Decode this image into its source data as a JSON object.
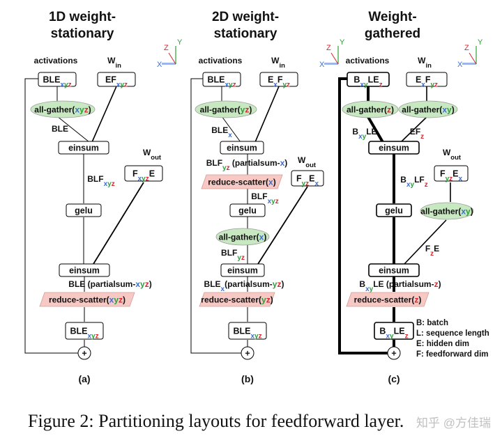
{
  "colors": {
    "x": "#3b6fd4",
    "y": "#2e9e3a",
    "z": "#d9262f",
    "gather": "#c7e8c0",
    "scatter": "#f6c9c5"
  },
  "axes": {
    "x": "X",
    "y": "Y",
    "z": "Z"
  },
  "panels": [
    {
      "id": "a",
      "title": [
        "1D weight-",
        "stationary"
      ],
      "activations": "activations",
      "win": {
        "main": "W",
        "sub": "in"
      },
      "wout": {
        "main": "W",
        "sub": "out"
      },
      "act_box": [
        {
          "t": "BLE"
        },
        {
          "t": "xyz",
          "c": "sub"
        }
      ],
      "win_box": [
        {
          "t": "EF"
        },
        {
          "t": "xyz",
          "c": "sub"
        }
      ],
      "wout_box": [
        {
          "t": "F"
        },
        {
          "t": "xyz",
          "c": "sub"
        },
        {
          "t": "E"
        }
      ],
      "gathers": [
        [
          {
            "t": "all-gather("
          },
          {
            "t": "xyz",
            "c": "xyz"
          },
          {
            "t": ")"
          }
        ]
      ],
      "einsum1": "einsum",
      "gelu": "gelu",
      "einsum2": "einsum",
      "scatter": [
        {
          "t": "reduce-scatter("
        },
        {
          "t": "xyz",
          "c": "xyz"
        },
        {
          "t": ")"
        }
      ],
      "out_box": [
        {
          "t": "BLE"
        },
        {
          "t": "xyz",
          "c": "sub"
        }
      ],
      "plus": "+",
      "labels": {
        "after_gather": [
          {
            "t": "BLE"
          }
        ],
        "after_einsum1": [
          {
            "t": "BLF"
          },
          {
            "t": "xyz",
            "c": "sub"
          }
        ],
        "after_einsum2": [
          {
            "t": "BLE "
          },
          {
            "t": "(partialsum-"
          },
          {
            "t": "xyz",
            "c": "xyz"
          },
          {
            "t": ")"
          }
        ]
      },
      "sublabel": "(a)"
    },
    {
      "id": "b",
      "title": [
        "2D weight-",
        "stationary"
      ],
      "activations": "activations",
      "win": {
        "main": "W",
        "sub": "in"
      },
      "wout": {
        "main": "W",
        "sub": "out"
      },
      "act_box": [
        {
          "t": "BLE"
        },
        {
          "t": "xyz",
          "c": "sub"
        }
      ],
      "win_box": [
        {
          "t": "E"
        },
        {
          "t": "x",
          "c": "x",
          "sub": true
        },
        {
          "t": "F"
        },
        {
          "t": "yz",
          "c": "yz",
          "sub": true
        }
      ],
      "wout_box": [
        {
          "t": "F"
        },
        {
          "t": "yz",
          "c": "yz",
          "sub": true
        },
        {
          "t": "E"
        },
        {
          "t": "x",
          "c": "x",
          "sub": true
        }
      ],
      "gathers": [
        [
          {
            "t": "all-gather("
          },
          {
            "t": "yz",
            "c": "yz"
          },
          {
            "t": ")"
          }
        ]
      ],
      "einsum1": "einsum",
      "gelu": "gelu",
      "einsum2": "einsum",
      "scatter_mid": [
        {
          "t": "reduce-scatter("
        },
        {
          "t": "x",
          "c": "x"
        },
        {
          "t": ")"
        }
      ],
      "gather_mid": [
        {
          "t": "all-gather("
        },
        {
          "t": "x",
          "c": "x"
        },
        {
          "t": ")"
        }
      ],
      "scatter": [
        {
          "t": "reduce-scatter("
        },
        {
          "t": "yz",
          "c": "yz"
        },
        {
          "t": ")"
        }
      ],
      "out_box": [
        {
          "t": "BLE"
        },
        {
          "t": "xyz",
          "c": "sub"
        }
      ],
      "plus": "+",
      "labels": {
        "after_gather": [
          {
            "t": "BLE"
          },
          {
            "t": "x",
            "c": "x",
            "sub": true
          }
        ],
        "after_einsum1": [
          {
            "t": "BLF"
          },
          {
            "t": "yz",
            "c": "yz",
            "sub": true
          },
          {
            "t": " (partialsum-"
          },
          {
            "t": "x",
            "c": "x"
          },
          {
            "t": ")"
          }
        ],
        "after_scatter_mid": [
          {
            "t": "BLF"
          },
          {
            "t": "xyz",
            "c": "sub"
          }
        ],
        "after_gather_mid": [
          {
            "t": "BLF"
          },
          {
            "t": "yz",
            "c": "yz",
            "sub": true
          }
        ],
        "after_einsum2": [
          {
            "t": "BLE"
          },
          {
            "t": "x",
            "c": "x",
            "sub": true
          },
          {
            "t": "(partialsum-"
          },
          {
            "t": "yz",
            "c": "yz"
          },
          {
            "t": ")"
          }
        ]
      },
      "sublabel": "(b)"
    },
    {
      "id": "c",
      "title": [
        "Weight-",
        "gathered"
      ],
      "activations": "activations",
      "win": {
        "main": "W",
        "sub": "in"
      },
      "wout": {
        "main": "W",
        "sub": "out"
      },
      "act_box": [
        {
          "t": "B"
        },
        {
          "t": "xy",
          "c": "xy",
          "sub": true
        },
        {
          "t": "LE"
        },
        {
          "t": "z",
          "c": "z",
          "sub": true
        }
      ],
      "win_box": [
        {
          "t": "E"
        },
        {
          "t": "x",
          "c": "x",
          "sub": true
        },
        {
          "t": "F"
        },
        {
          "t": "yz",
          "c": "yz",
          "sub": true
        }
      ],
      "wout_box": [
        {
          "t": "F"
        },
        {
          "t": "yz",
          "c": "yz",
          "sub": true
        },
        {
          "t": "E"
        },
        {
          "t": "x",
          "c": "x",
          "sub": true
        }
      ],
      "gather_left": [
        {
          "t": "all-gather("
        },
        {
          "t": "z",
          "c": "z"
        },
        {
          "t": ")"
        }
      ],
      "gather_right": [
        {
          "t": "all-gather("
        },
        {
          "t": "xy",
          "c": "xy"
        },
        {
          "t": ")"
        }
      ],
      "gather_wout": [
        {
          "t": "all-gather("
        },
        {
          "t": "xy",
          "c": "xy"
        },
        {
          "t": ")"
        }
      ],
      "einsum1": "einsum",
      "gelu": "gelu",
      "einsum2": "einsum",
      "scatter": [
        {
          "t": "reduce-scatter("
        },
        {
          "t": "z",
          "c": "z"
        },
        {
          "t": ")"
        }
      ],
      "out_box": [
        {
          "t": "B"
        },
        {
          "t": "xy",
          "c": "xy",
          "sub": true
        },
        {
          "t": "LE"
        },
        {
          "t": "z",
          "c": "z",
          "sub": true
        }
      ],
      "plus": "+",
      "labels": {
        "after_gather_left": [
          {
            "t": "B"
          },
          {
            "t": "xy",
            "c": "xy",
            "sub": true
          },
          {
            "t": "LE"
          }
        ],
        "after_gather_right": [
          {
            "t": "EF"
          },
          {
            "t": "z",
            "c": "z",
            "sub": true
          }
        ],
        "after_einsum1": [
          {
            "t": "B"
          },
          {
            "t": "xy",
            "c": "xy",
            "sub": true
          },
          {
            "t": "LF"
          },
          {
            "t": "z",
            "c": "z",
            "sub": true
          }
        ],
        "after_gather_wout": [
          {
            "t": "F"
          },
          {
            "t": "z",
            "c": "z",
            "sub": true
          },
          {
            "t": "E"
          }
        ],
        "after_einsum2": [
          {
            "t": "B"
          },
          {
            "t": "xy",
            "c": "xy",
            "sub": true
          },
          {
            "t": "LE "
          },
          {
            "t": "(partialsum-"
          },
          {
            "t": "z",
            "c": "z"
          },
          {
            "t": ")"
          }
        ]
      },
      "legend": [
        "B: batch",
        "L: sequence length",
        "E: hidden dim",
        "F: feedforward dim"
      ],
      "sublabel": "(c)"
    }
  ],
  "caption": "Figure 2: Partitioning layouts for feedforward layer.",
  "watermark": "知乎 @方佳瑞"
}
